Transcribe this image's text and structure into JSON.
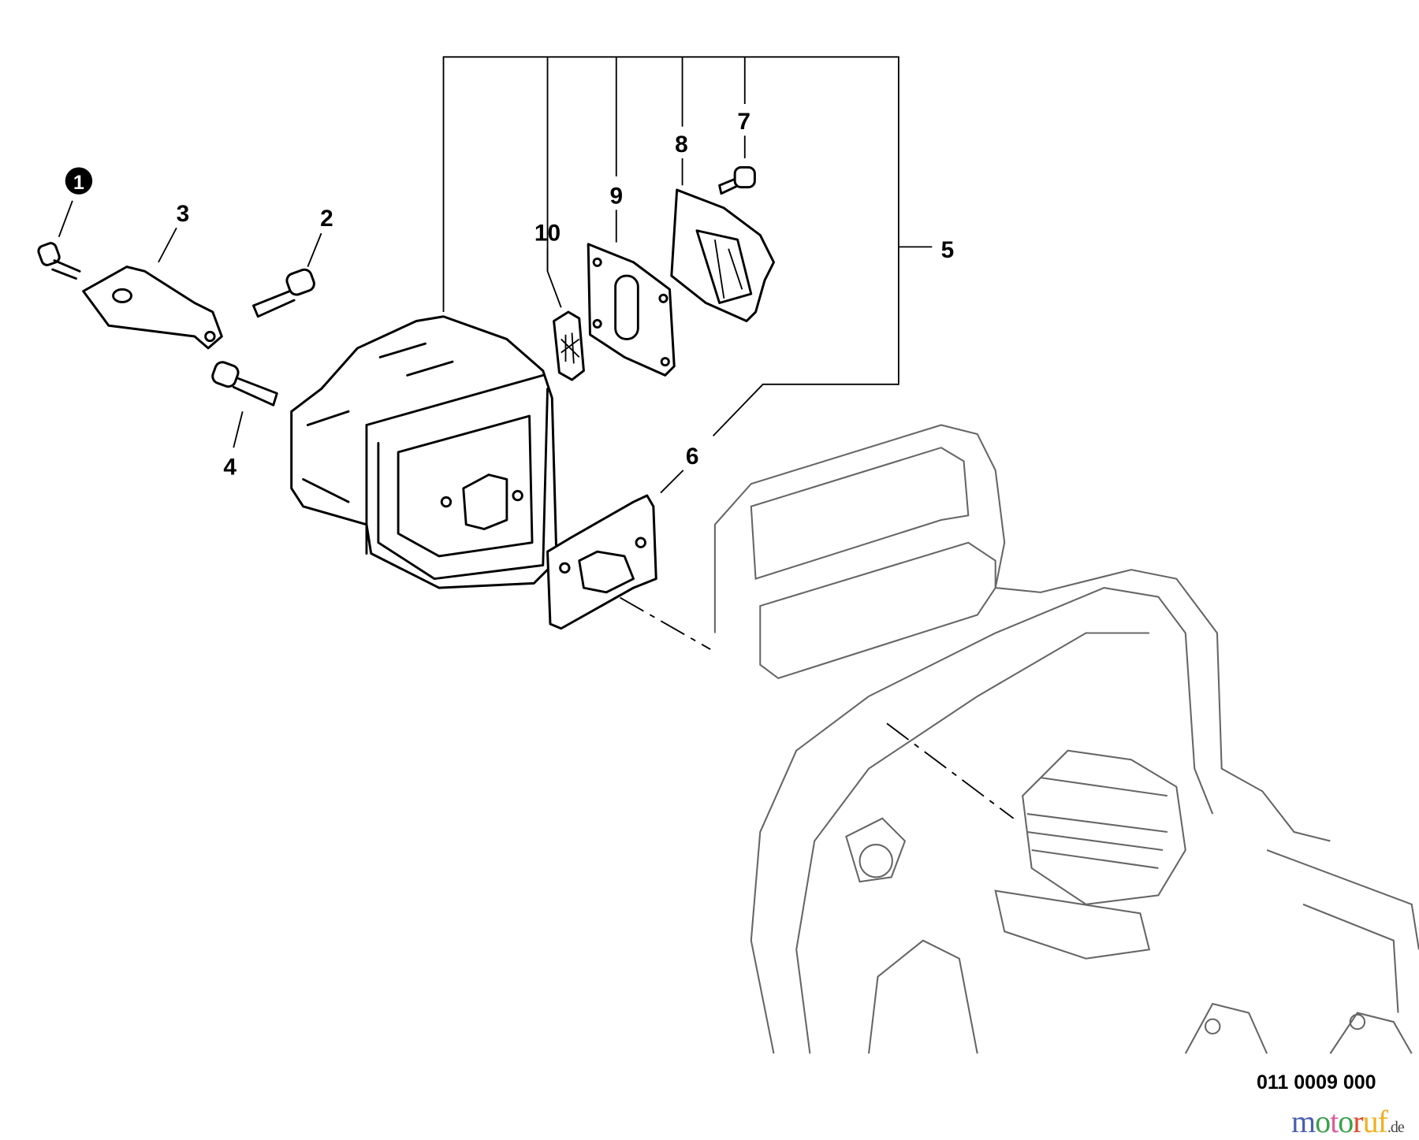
{
  "diagram": {
    "callouts": [
      {
        "id": "1",
        "label": "1",
        "style": "filled-circle"
      },
      {
        "id": "2",
        "label": "2"
      },
      {
        "id": "3",
        "label": "3"
      },
      {
        "id": "4",
        "label": "4"
      },
      {
        "id": "5",
        "label": "5"
      },
      {
        "id": "6",
        "label": "6"
      },
      {
        "id": "7",
        "label": "7"
      },
      {
        "id": "8",
        "label": "8"
      },
      {
        "id": "9",
        "label": "9"
      },
      {
        "id": "10",
        "label": "10"
      }
    ],
    "drawing_code": "011 0009 000"
  },
  "watermark": {
    "logo_text": "motoruf",
    "logo_suffix": ".de",
    "colors": [
      "#4a5fb0",
      "#3aa14a",
      "#e05a9a",
      "#3aa14a",
      "#e04a2a",
      "#f0b020"
    ]
  }
}
